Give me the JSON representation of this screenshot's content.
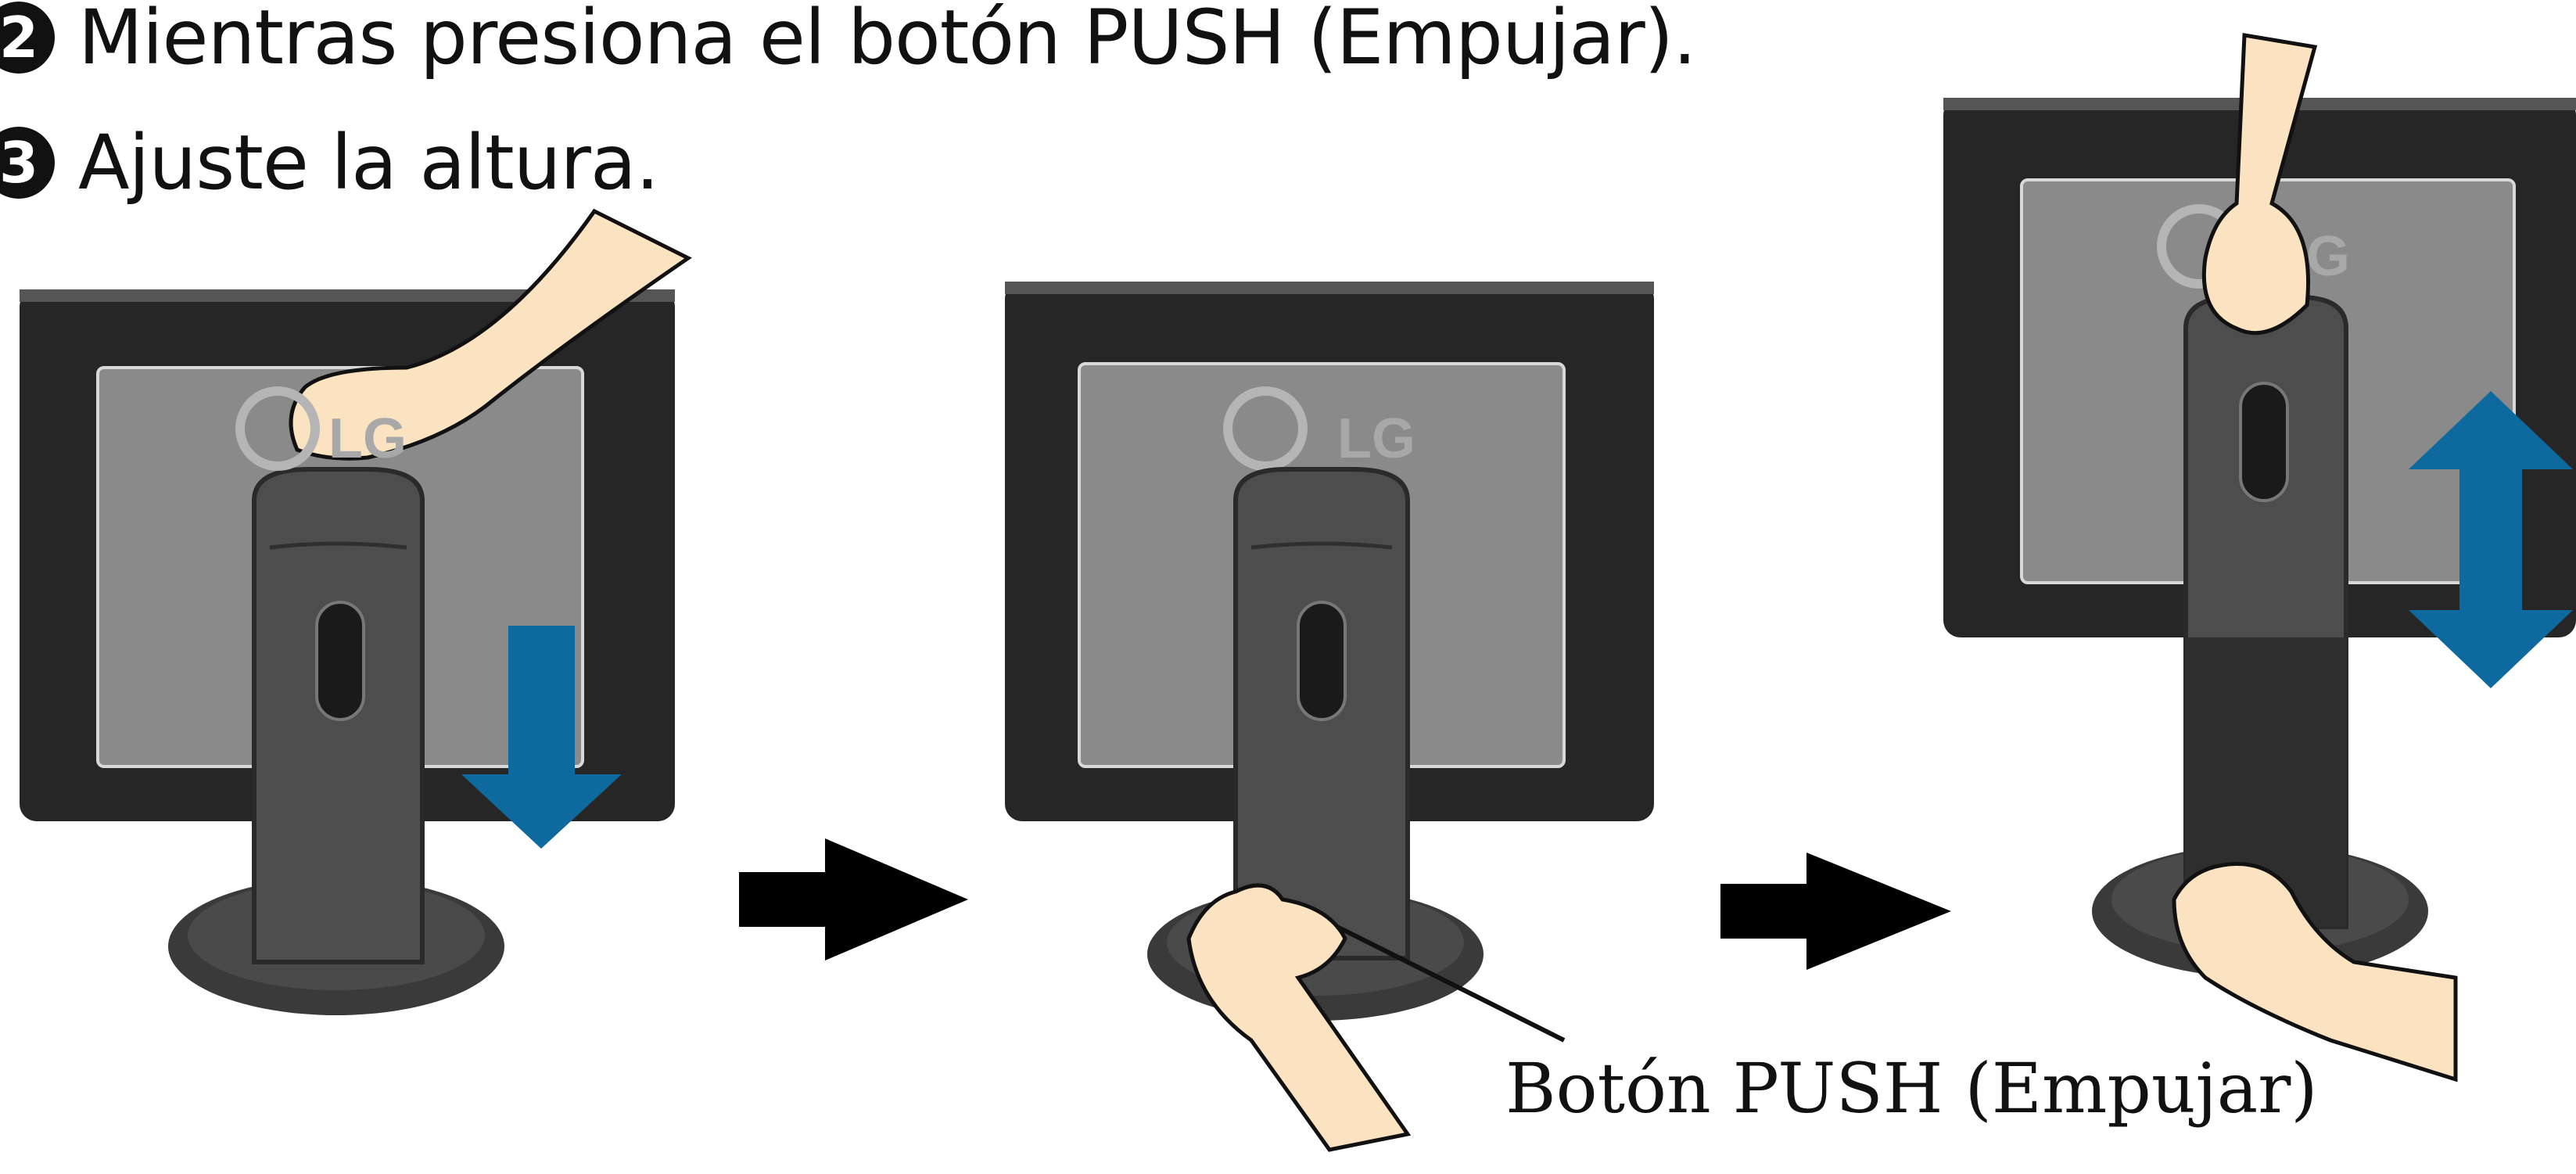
{
  "steps": [
    {
      "number": "2",
      "text": "Mientras presiona el botón PUSH (Empujar)."
    },
    {
      "number": "3",
      "text": "Ajuste la altura."
    }
  ],
  "panels": [
    {
      "logo_text": "LG"
    },
    {
      "logo_text": "LG"
    },
    {
      "logo_text": "LG"
    }
  ],
  "callout": {
    "label": "Botón PUSH (Empujar)"
  },
  "colors": {
    "monitor_frame": "#262626",
    "screen": "#8a8a8a",
    "stand": "#4d4d4d",
    "base": "#3a3a3a",
    "arrow_blue": "#0e6a9e",
    "arrow_black": "#000000",
    "skin": "#fbe3c1"
  }
}
